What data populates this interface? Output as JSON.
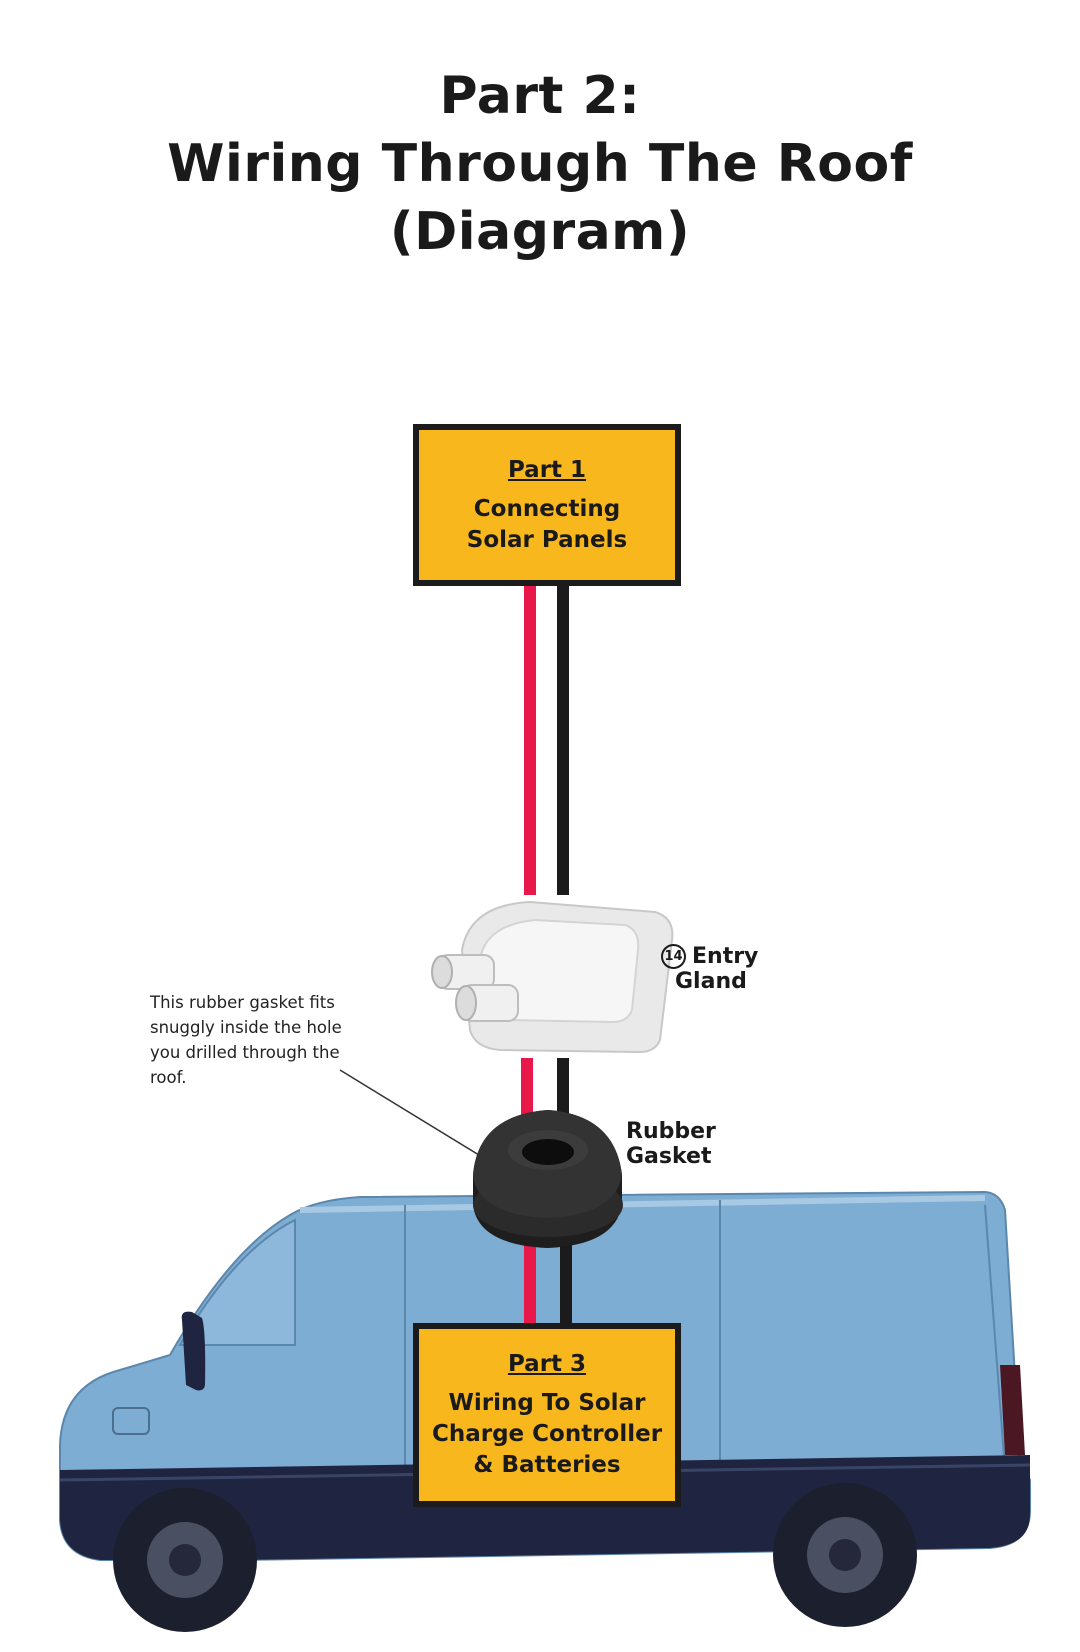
{
  "title": {
    "line1": "Part 2:",
    "line2": "Wiring Through The Roof",
    "line3": "(Diagram)"
  },
  "boxes": {
    "part1": {
      "heading": "Part 1",
      "line1": "Connecting",
      "line2": "Solar Panels"
    },
    "part3": {
      "heading": "Part 3",
      "line1": "Wiring To Solar",
      "line2": "Charge Controller",
      "line3": "& Batteries"
    }
  },
  "entry_gland": {
    "number": "14",
    "line1": "Entry",
    "line2": "Gland"
  },
  "rubber_gasket": {
    "line1": "Rubber",
    "line2": "Gasket"
  },
  "note": "This rubber gasket fits snuggly inside the hole you drilled through the roof.",
  "colors": {
    "box_fill": "#f8b71c",
    "box_border": "#1b1b1b",
    "wire_positive": "#e8194a",
    "wire_negative": "#1b1b1b",
    "van_body": "#7eadd3",
    "van_trim": "#1f2540",
    "gland": "#ececec",
    "gasket": "#222222"
  }
}
